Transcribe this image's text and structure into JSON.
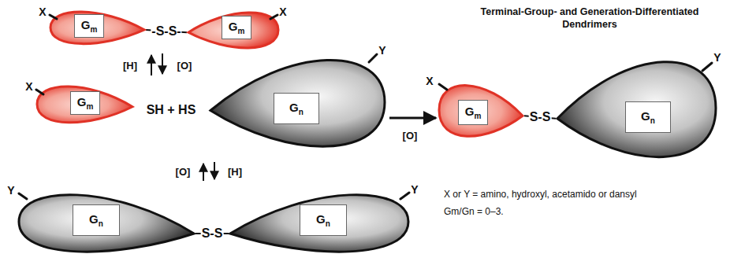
{
  "diagram": {
    "title": "Terminal-Group- and Generation-Differentiated Dendrimers",
    "nodes": [
      {
        "text": [
          "Gm",
          "X"
        ]
      },
      {
        "text": [
          "Gm",
          "X"
        ]
      },
      {
        "text": [
          "Gm",
          "X"
        ]
      },
      {
        "text": [
          "Gn",
          "Y"
        ]
      },
      {
        "text": [
          "Gm",
          "X"
        ]
      },
      {
        "text": [
          "Gn",
          "Y"
        ]
      },
      {
        "text": [
          "Gn",
          "Y"
        ]
      },
      {
        "text": [
          "Gn",
          "Y"
        ]
      }
    ],
    "edges": [
      {
        "from": 0,
        "to": 1,
        "arrow": "none",
        "label": "-S-S-"
      },
      {
        "from": 4,
        "to": 5,
        "arrow": "none",
        "label": "S-S"
      },
      {
        "from": 6,
        "to": 7,
        "arrow": "none",
        "label": "S-S"
      }
    ],
    "labels": [
      "[H]",
      "[O]",
      "SH + HS",
      "[O]",
      "[H]",
      "[O]",
      "X or Y = amino, hydroxyl, acetamido or dansyl",
      "Gm/Gn = 0–3."
    ]
  }
}
